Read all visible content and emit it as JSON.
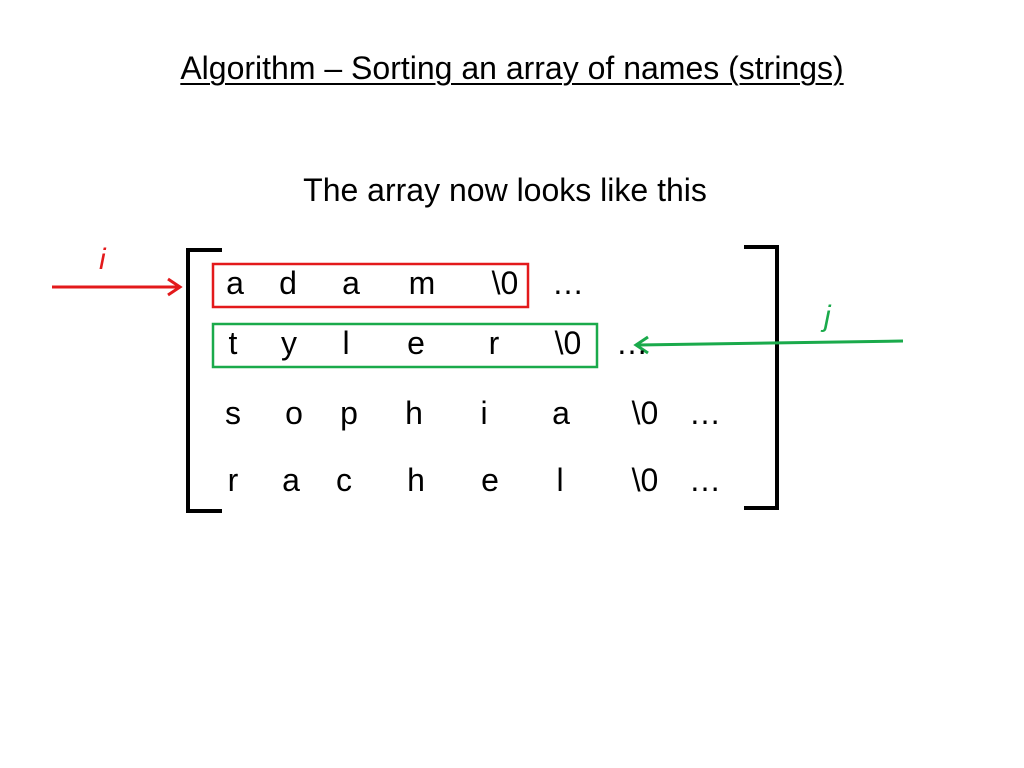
{
  "slide": {
    "title": "Algorithm – Sorting an array of names (strings)",
    "subtitle": "The array now looks like this"
  },
  "array_rows": [
    {
      "name": "adam",
      "cells": [
        "a",
        "d",
        "a",
        "m",
        "\\0",
        "…"
      ]
    },
    {
      "name": "tyler",
      "cells": [
        "t",
        "y",
        "l",
        "e",
        "r",
        "\\0",
        "…"
      ]
    },
    {
      "name": "sophia",
      "cells": [
        "s",
        "o",
        "p",
        "h",
        "i",
        "a",
        "\\0",
        "…"
      ]
    },
    {
      "name": "rachel",
      "cells": [
        "r",
        "a",
        "c",
        "h",
        "e",
        "l",
        "\\0",
        "…"
      ]
    }
  ],
  "pointers": {
    "i": {
      "label": "i",
      "color": "#e3191b"
    },
    "j": {
      "label": "j",
      "color": "#1aaa4b"
    }
  },
  "colors": {
    "bracket": "#000000",
    "highlight_i": "#e3191b",
    "highlight_j": "#1aaa4b"
  }
}
